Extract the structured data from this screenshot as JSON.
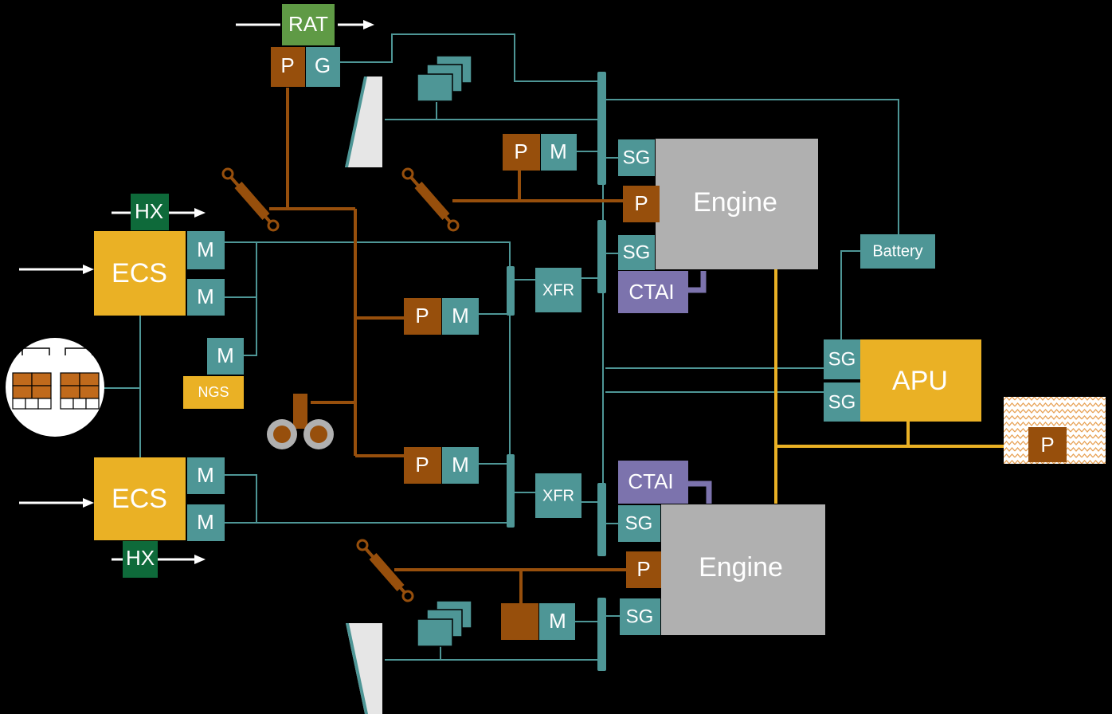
{
  "colors": {
    "background": "#000000",
    "electric": "#4E9696",
    "hydraulic": "#974F0C",
    "fuel": "#EAB125",
    "thermal": "#0E6A3A",
    "anti_ice": "#7C73AD",
    "engine": "#B0B0B0",
    "flow_arrow": "#FFFFFF",
    "cabin": "#FFFFFF"
  },
  "labels": {
    "rat": "RAT",
    "rat_pump": "P",
    "rat_gen": "G",
    "hx_top": "HX",
    "hx_bottom": "HX",
    "ecs_top": "ECS",
    "ecs_bottom": "ECS",
    "ecs_top_motor_1": "M",
    "ecs_top_motor_2": "M",
    "ecs_bottom_motor_1": "M",
    "ecs_bottom_motor_2": "M",
    "ngs_motor": "M",
    "ngs": "NGS",
    "pump_upper": "P",
    "motor_upper": "M",
    "pump_mid": "P",
    "motor_mid": "M",
    "pump_low": "P",
    "motor_low": "M",
    "motor_bottom": "M",
    "xfr_top": "XFR",
    "xfr_bottom": "XFR",
    "sg_e1_top": "SG",
    "sg_e1_bottom": "SG",
    "sg_e2_top": "SG",
    "sg_e2_bottom": "SG",
    "engine_pump_top": "P",
    "engine_pump_bottom": "P",
    "engine_top": "Engine",
    "engine_bottom": "Engine",
    "ctai_top": "CTAI",
    "ctai_bottom": "CTAI",
    "battery": "Battery",
    "apu": "APU",
    "apu_sg_1": "SG",
    "apu_sg_2": "SG",
    "fuel_pump": "P"
  }
}
